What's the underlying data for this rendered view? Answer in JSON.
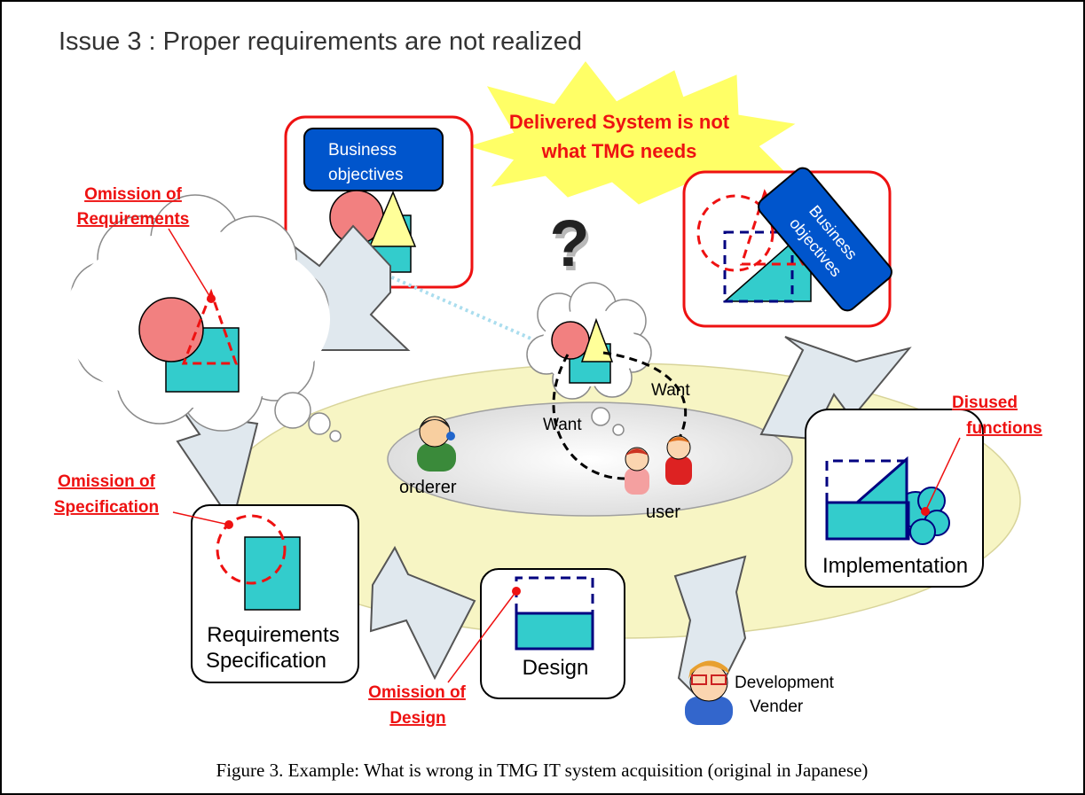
{
  "title": "Issue 3 : Proper requirements are not realized",
  "banner": {
    "line1": "Delivered System is not",
    "line2": "what TMG needs"
  },
  "question_mark": "?",
  "business_box": {
    "line1": "Business",
    "line2": "objectives"
  },
  "business_box_rotated": {
    "line1": "Business",
    "line2": "objectives"
  },
  "omission_requirements": {
    "line1": "Omission of",
    "line2": "Requirements"
  },
  "omission_specification": {
    "line1": "Omission of",
    "line2": "Specification"
  },
  "omission_design": {
    "line1": "Omission of",
    "line2": "Design"
  },
  "disused_functions": {
    "line1": "Disused",
    "line2": "functions"
  },
  "want_left": "Want",
  "want_right": "Want",
  "orderer_label": "orderer",
  "user_label": "user",
  "req_spec": {
    "line1": "Requirements",
    "line2": "Specification"
  },
  "design_label": "Design",
  "implementation_label": "Implementation",
  "vender": {
    "line1": "Development",
    "line2": "Vender"
  },
  "caption": "Figure 3.  Example: What is wrong in TMG IT system acquisition (original in Japanese)",
  "colors": {
    "accent_red": "#ee1111",
    "teal": "#33cccc",
    "navy": "#000080",
    "blue_box": "#0055cc",
    "pink": "#f28080",
    "yellow_ellipse": "#f7f5c4"
  }
}
